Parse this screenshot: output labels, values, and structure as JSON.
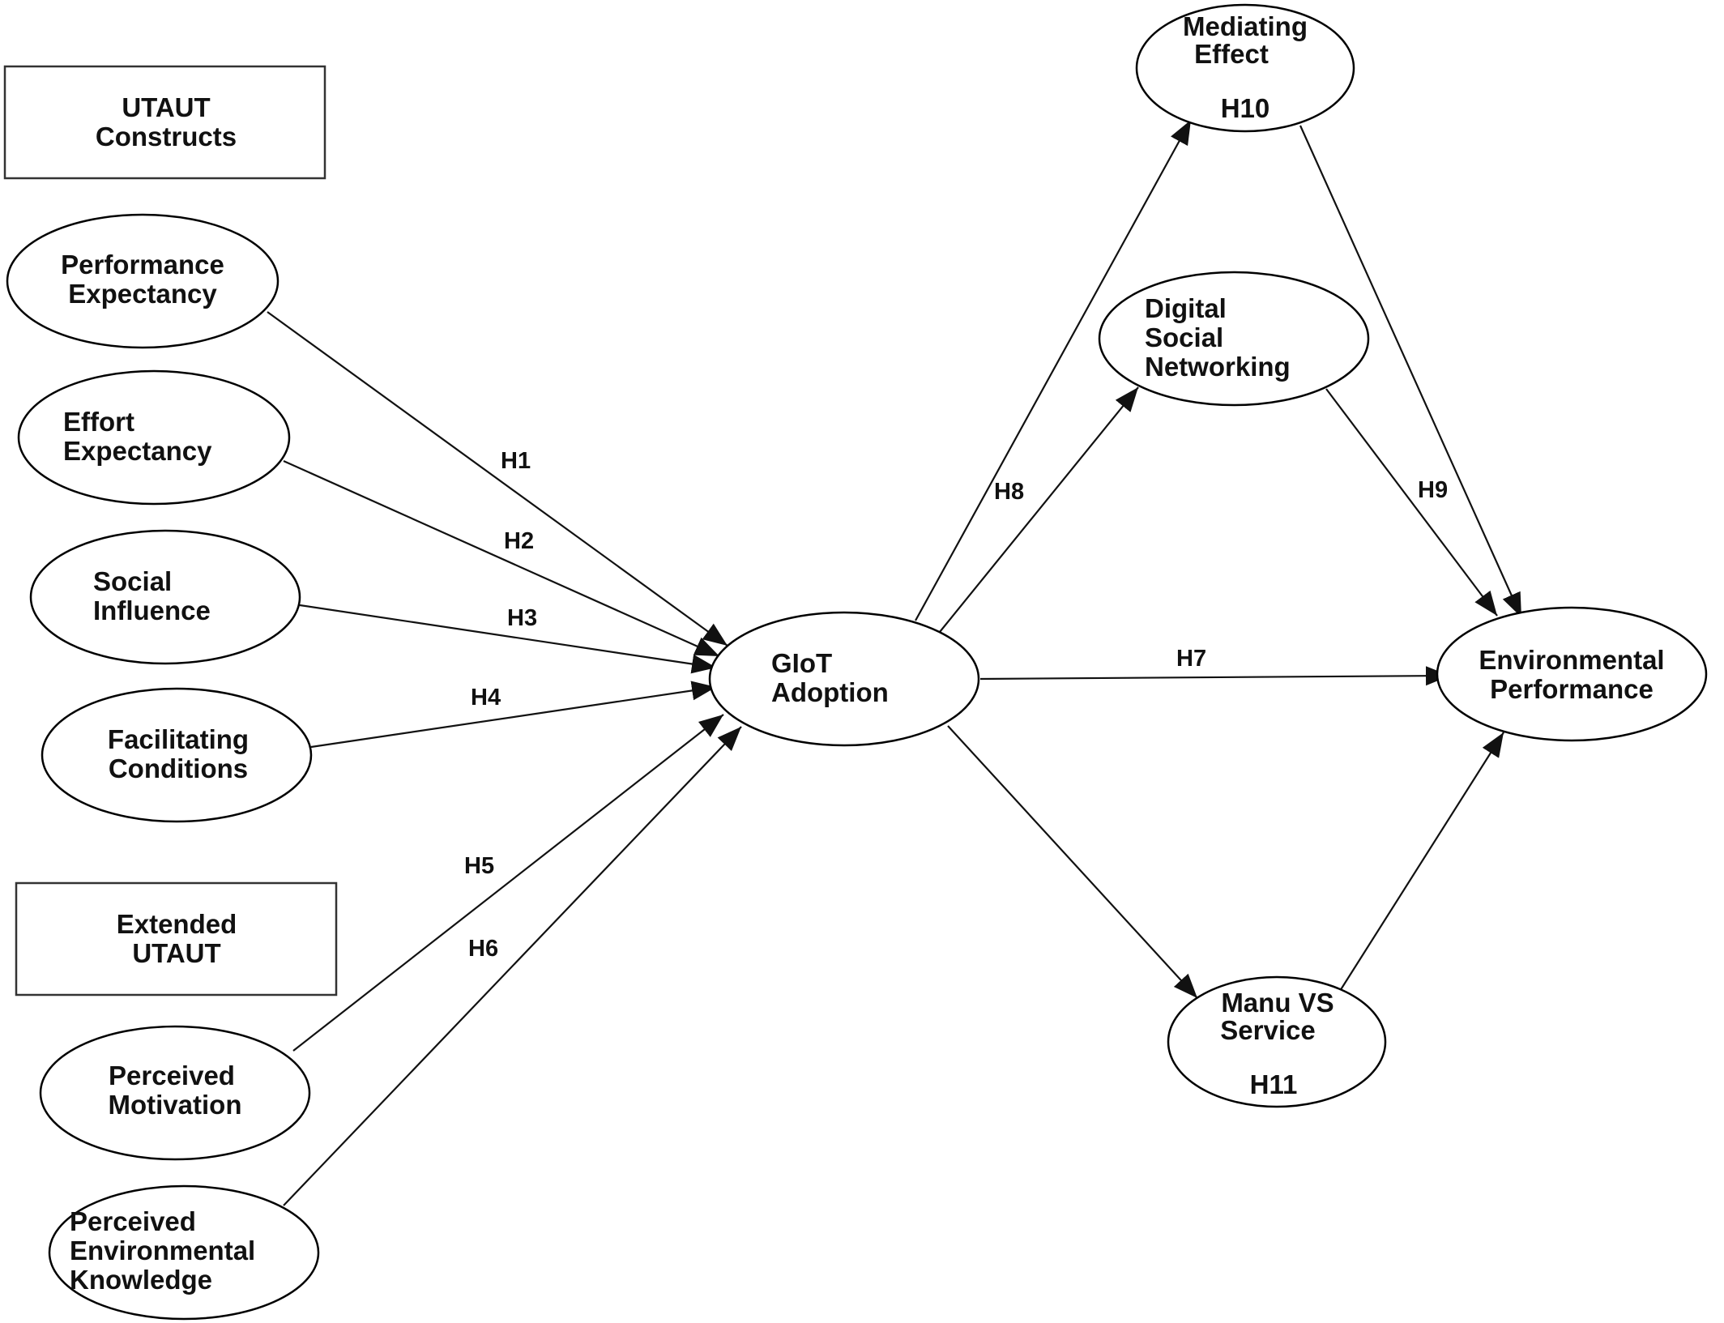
{
  "boxes": {
    "utaut": {
      "line1": "UTAUT",
      "line2": "Constructs"
    },
    "extended": {
      "line1": "Extended",
      "line2": "UTAUT"
    }
  },
  "nodes": {
    "performance_expectancy": {
      "line1": "Performance",
      "line2": "Expectancy"
    },
    "effort_expectancy": {
      "line1": "Effort",
      "line2": "Expectancy"
    },
    "social_influence": {
      "line1": "Social",
      "line2": "Influence"
    },
    "facilitating_conditions": {
      "line1": "Facilitating",
      "line2": "Conditions"
    },
    "perceived_motivation": {
      "line1": "Perceived",
      "line2": "Motivation"
    },
    "perceived_environmental_knowledge": {
      "line1": "Perceived",
      "line2": "Environmental",
      "line3": "Knowledge"
    },
    "giot_adoption": {
      "line1": "GIoT",
      "line2": "Adoption"
    },
    "mediating_effect": {
      "line1": "Mediating",
      "line2": "Effect",
      "line3": "H10"
    },
    "digital_social_networking": {
      "line1": "Digital",
      "line2": "Social",
      "line3": "Networking"
    },
    "manu_vs_service": {
      "line1": "Manu VS",
      "line2": "Service",
      "line3": "H11"
    },
    "environmental_performance": {
      "line1": "Environmental",
      "line2": "Performance"
    }
  },
  "edges": {
    "h1": "H1",
    "h2": "H2",
    "h3": "H3",
    "h4": "H4",
    "h5": "H5",
    "h6": "H6",
    "h7": "H7",
    "h8": "H8",
    "h9": "H9"
  }
}
